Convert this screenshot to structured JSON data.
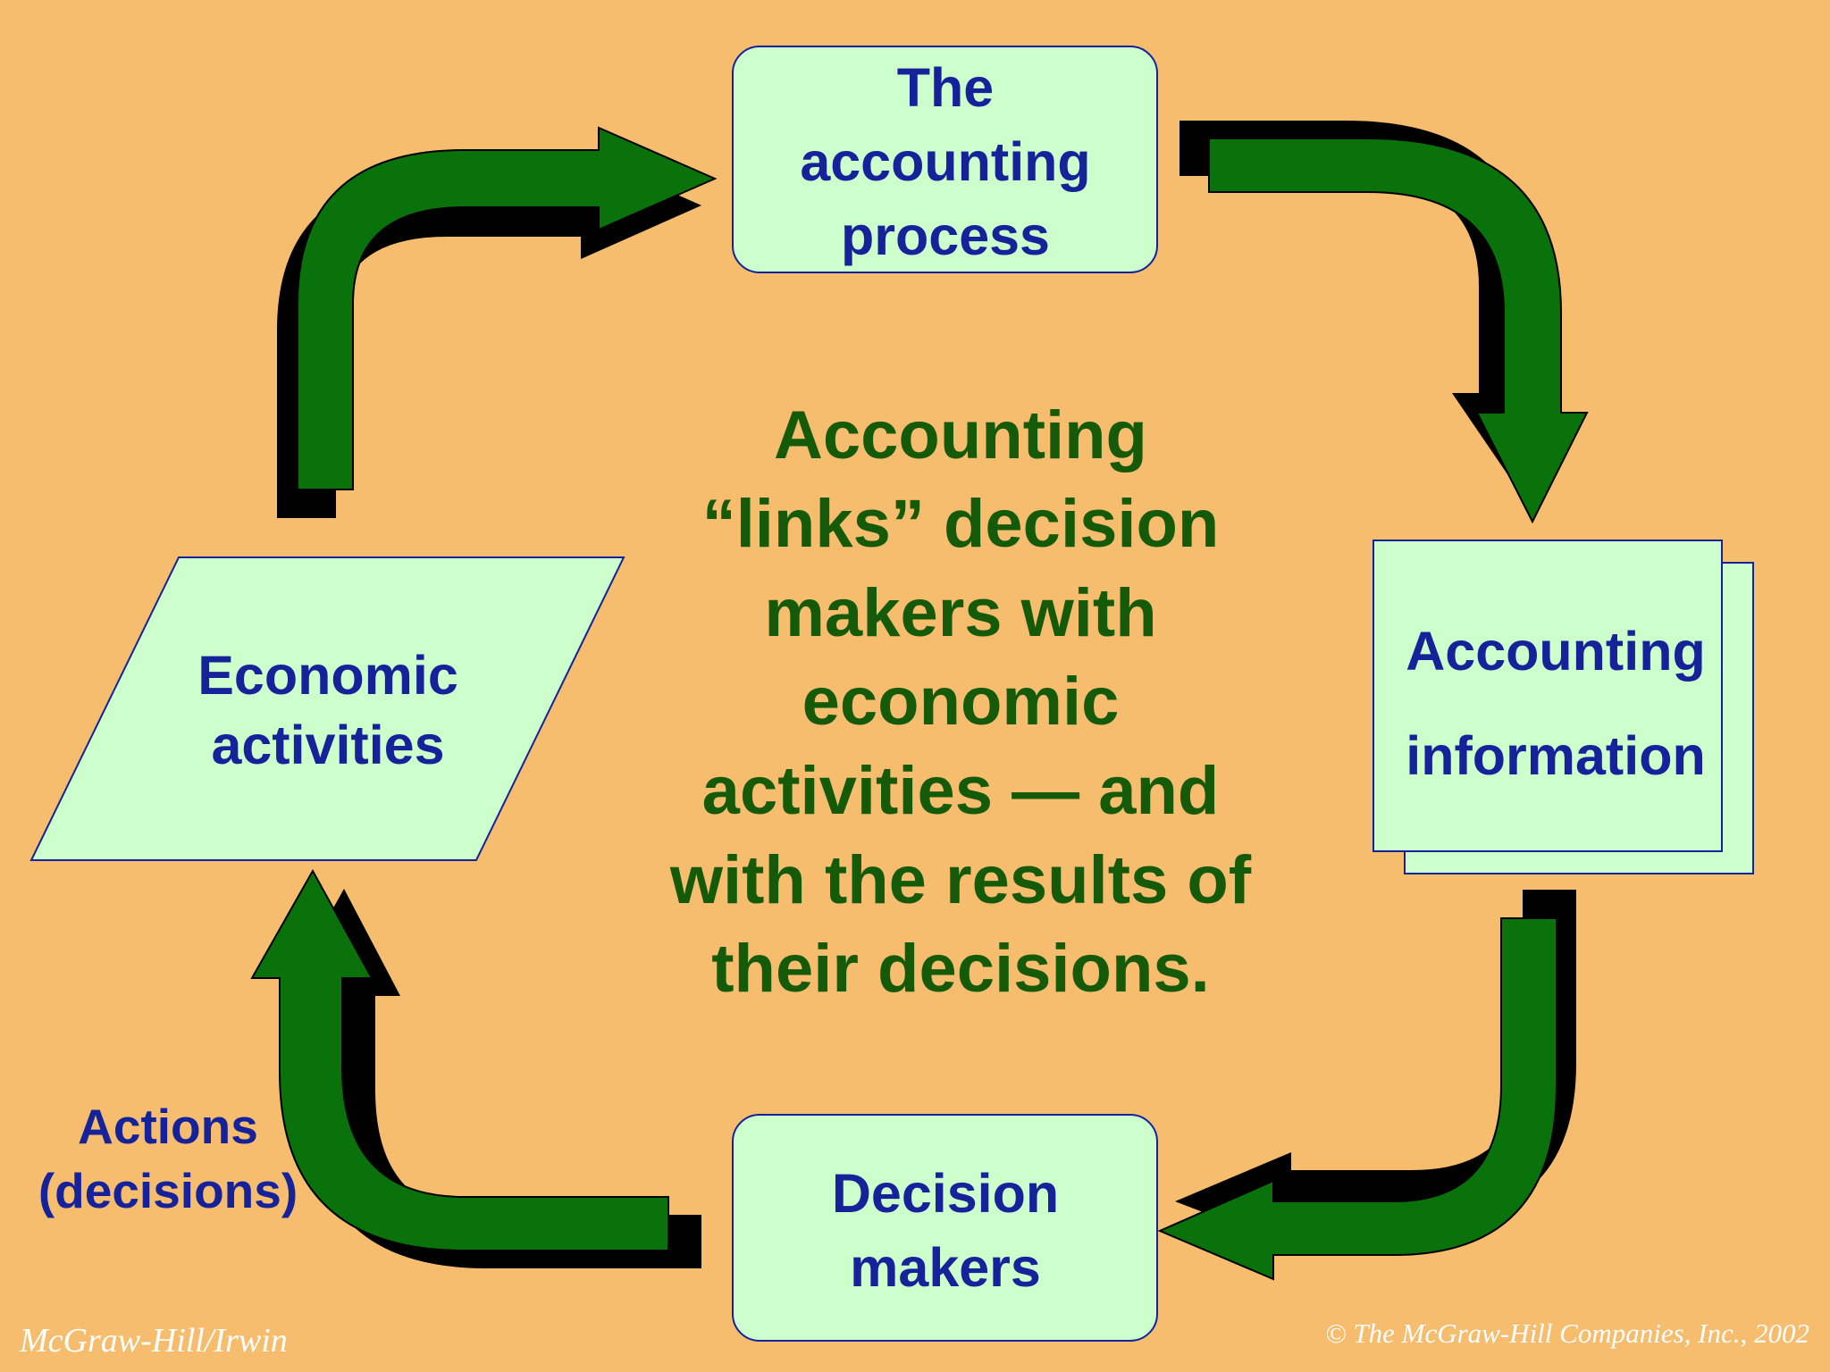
{
  "colors": {
    "background": "#F5BD6D",
    "node_fill": "#CCFFCC",
    "node_stroke": "#15229A",
    "arrow_fill": "#0A720A",
    "arrow_shadow": "#000000",
    "node_text": "#15229A",
    "center_text": "#155A08",
    "footer_text": "#FFFFFF"
  },
  "nodes": {
    "accounting_process": {
      "line1": "The",
      "line2": "accounting",
      "line3": "process"
    },
    "accounting_information": {
      "line1": "Accounting",
      "line2": "information"
    },
    "decision_makers": {
      "line1": "Decision",
      "line2": "makers"
    },
    "economic_activities": {
      "line1": "Economic",
      "line2": "activities"
    }
  },
  "actions_label": {
    "line1": "Actions",
    "line2": "(decisions)"
  },
  "center_message": {
    "line1": "Accounting",
    "line2": "“links” decision",
    "line3": "makers with",
    "line4": "economic",
    "line5": "activities — and",
    "line6": "with the results of",
    "line7": "their decisions."
  },
  "footer": {
    "publisher": "McGraw-Hill/Irwin",
    "copyright": "© The McGraw-Hill Companies, Inc., 2002"
  }
}
